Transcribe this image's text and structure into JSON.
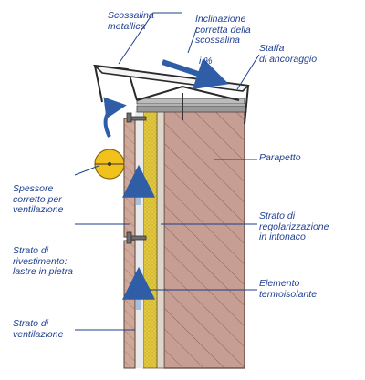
{
  "labels": {
    "scossalina": "Scossalina\nmetallica",
    "inclinazione": "Inclinazione\ncorretta della\nscossalina",
    "pendenza": "i %",
    "staffa": "Staffa\ndi ancoraggio",
    "parapetto": "Parapetto",
    "spessore": "Spessore\ncorretto per\nventilazione",
    "regolarizzazione": "Strato di\nregolarizzazione\nin intonaco",
    "rivestimento": "Strato di\nrivestimento:\nlastre in pietra",
    "termoisolante": "Elemento\ntermoisolante",
    "ventilazione": "Strato di\nventilazione"
  },
  "colors": {
    "label_text": "#1f3f8f",
    "leader_line": "#1f3f8f",
    "parapet_fill": "#c79e93",
    "parapet_hatch": "#8b6458",
    "insulation": "#e2c83f",
    "plaster": "#ded6c8",
    "stone": "#cfa89a",
    "air_gap": "#eaeaea",
    "flashing": "#f4f4f4",
    "arrow_blue": "#2f5ea6",
    "arrow_light": "#a8c0dc",
    "gap_marker": "#f1c21b"
  }
}
